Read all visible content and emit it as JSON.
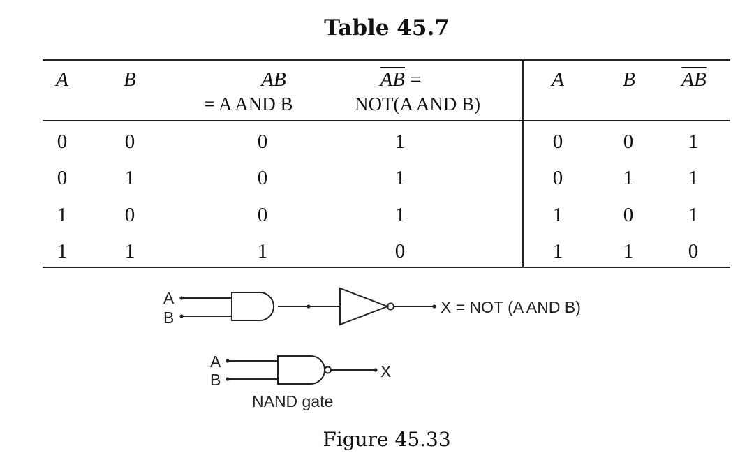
{
  "table": {
    "title": "Table 45.7",
    "left_headers": {
      "a": "A",
      "b": "B",
      "ab_top": "AB",
      "ab_sub": "= A  AND  B",
      "nand_top_over": "AB",
      "nand_top_eq": " =",
      "nand_sub": "NOT(A  AND  B)"
    },
    "right_headers": {
      "a": "A",
      "b": "B",
      "nand": "AB"
    },
    "rows": [
      [
        "0",
        "0",
        "0",
        "1",
        "0",
        "0",
        "1"
      ],
      [
        "0",
        "1",
        "0",
        "1",
        "0",
        "1",
        "1"
      ],
      [
        "1",
        "0",
        "0",
        "1",
        "1",
        "0",
        "1"
      ],
      [
        "1",
        "1",
        "1",
        "0",
        "1",
        "1",
        "0"
      ]
    ]
  },
  "figure": {
    "circuit1": {
      "input_a": "A",
      "input_b": "B",
      "output": "X = NOT (A AND B)"
    },
    "circuit2": {
      "input_a": "A",
      "input_b": "B",
      "output": "X",
      "label": "NAND gate"
    },
    "caption": "Figure 45.33"
  }
}
